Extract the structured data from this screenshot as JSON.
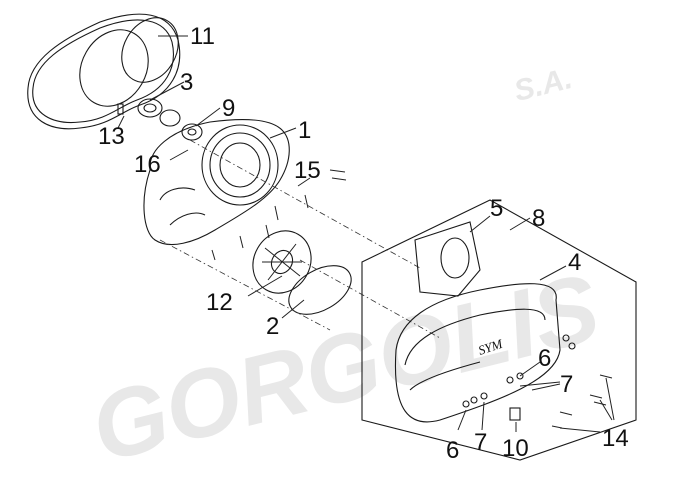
{
  "watermark": {
    "brand": "GORGOLIS",
    "suffix": "S.A."
  },
  "callouts": [
    {
      "id": "c1",
      "label": "1"
    },
    {
      "id": "c2",
      "label": "2"
    },
    {
      "id": "c3",
      "label": "3"
    },
    {
      "id": "c4",
      "label": "4"
    },
    {
      "id": "c5",
      "label": "5"
    },
    {
      "id": "c6a",
      "label": "6"
    },
    {
      "id": "c6b",
      "label": "6"
    },
    {
      "id": "c7a",
      "label": "7"
    },
    {
      "id": "c7b",
      "label": "7"
    },
    {
      "id": "c8",
      "label": "8"
    },
    {
      "id": "c9",
      "label": "9"
    },
    {
      "id": "c10",
      "label": "10"
    },
    {
      "id": "c11",
      "label": "11"
    },
    {
      "id": "c12",
      "label": "12"
    },
    {
      "id": "c13",
      "label": "13"
    },
    {
      "id": "c14",
      "label": "14"
    },
    {
      "id": "c15",
      "label": "15"
    },
    {
      "id": "c16",
      "label": "16"
    }
  ],
  "logo_text": "SYM"
}
